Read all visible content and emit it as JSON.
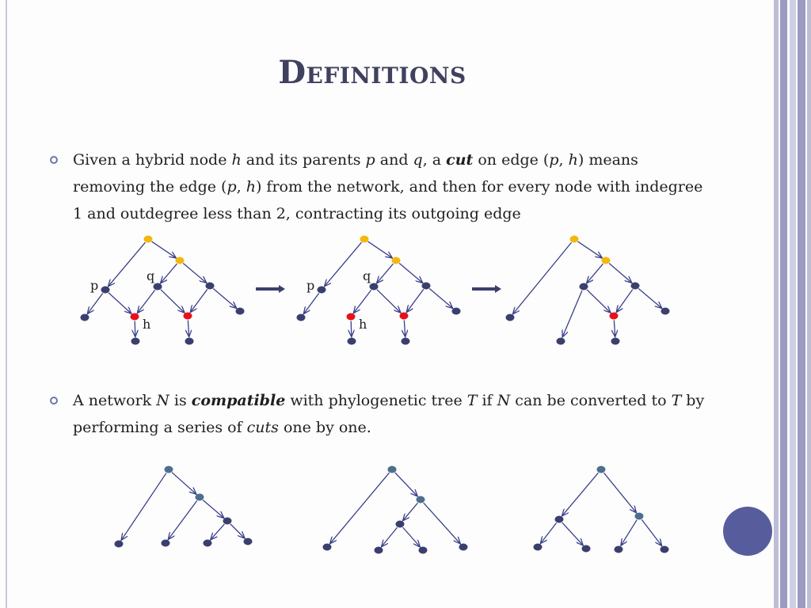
{
  "title": "Definitions",
  "bullet1": {
    "parts": [
      {
        "t": "Given a hybrid node "
      },
      {
        "t": "h",
        "i": true
      },
      {
        "t": " and its parents "
      },
      {
        "t": "p",
        "i": true
      },
      {
        "t": " and "
      },
      {
        "t": "q",
        "i": true
      },
      {
        "t": ", a "
      },
      {
        "t": "cut",
        "i": true,
        "b": true
      },
      {
        "t": " on edge ("
      },
      {
        "t": "p",
        "i": true
      },
      {
        "t": ", "
      },
      {
        "t": "h",
        "i": true
      },
      {
        "t": ") means removing the edge ("
      },
      {
        "t": "p",
        "i": true
      },
      {
        "t": ", "
      },
      {
        "t": "h",
        "i": true
      },
      {
        "t": ") from the network, and then for every node with indegree 1 and outdegree less than 2, contracting its outgoing edge"
      }
    ]
  },
  "bullet2": {
    "parts": [
      {
        "t": "A network "
      },
      {
        "t": "N",
        "i": true
      },
      {
        "t": " is "
      },
      {
        "t": "compatible",
        "i": true,
        "b": true
      },
      {
        "t": " with phylogenetic tree "
      },
      {
        "t": "T",
        "i": true
      },
      {
        "t": " if "
      },
      {
        "t": "N",
        "i": true
      },
      {
        "t": " can be converted to "
      },
      {
        "t": "T",
        "i": true
      },
      {
        "t": " by performing a series of "
      },
      {
        "t": "cuts",
        "i": true
      },
      {
        "t": " one by one."
      }
    ]
  },
  "colors": {
    "title": "#3f415f",
    "node": "#3b3f6e",
    "edge": "#3b3f8a",
    "root_node": "#f2b80f",
    "hybrid_node": "#e8101a",
    "tree_root_node": "#4e6e8e",
    "side_bar_dark": "#9c9cc2",
    "side_bar_light": "#cfcfe3",
    "accent_circle": "#575d9c"
  },
  "diagram_labels": {
    "p": "p",
    "q": "q",
    "h": "h"
  }
}
